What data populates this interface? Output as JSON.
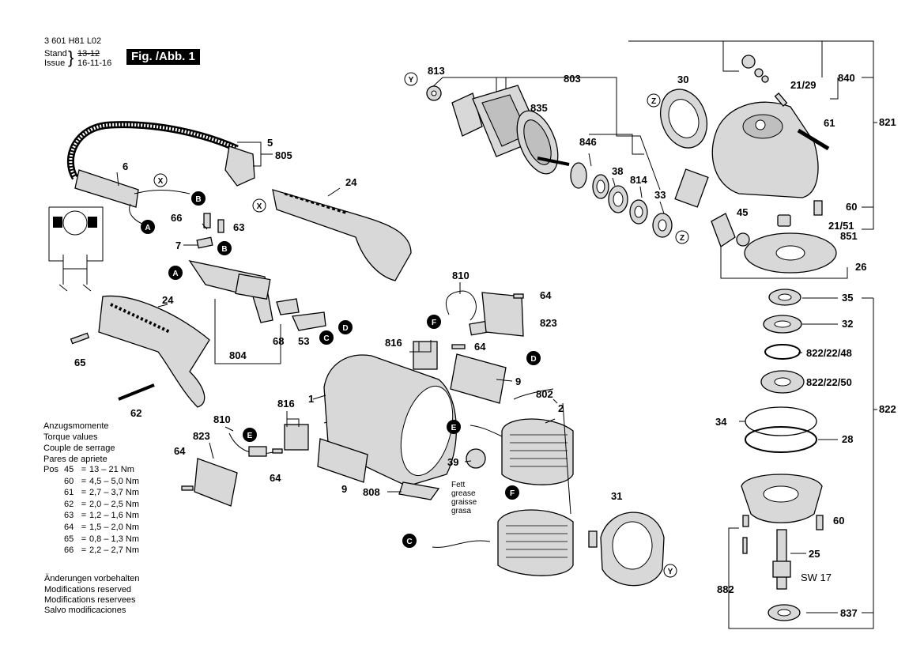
{
  "header": {
    "doc_number": "3 601 H81 L02",
    "stand_label": "Stand",
    "issue_label": "Issue",
    "stand_value": "13-12",
    "issue_value": "16-11-16",
    "fig_label": "Fig. /Abb. 1"
  },
  "torque": {
    "title_lines": [
      "Anzugsmomente",
      "Torque values",
      "Couple de serrage",
      "Pares de apriete"
    ],
    "pos_label": "Pos",
    "rows": [
      {
        "pos": "45",
        "sep": "=",
        "value": "13 – 21 Nm"
      },
      {
        "pos": "60",
        "sep": "=",
        "value": "4,5 – 5,0 Nm"
      },
      {
        "pos": "61",
        "sep": "=",
        "value": "2,7 – 3,7 Nm"
      },
      {
        "pos": "62",
        "sep": "=",
        "value": "2,0 – 2,5 Nm"
      },
      {
        "pos": "63",
        "sep": "=",
        "value": "1,2 – 1,6 Nm"
      },
      {
        "pos": "64",
        "sep": "=",
        "value": "1,5 – 2,0 Nm"
      },
      {
        "pos": "65",
        "sep": "=",
        "value": "0,8 – 1,3 Nm"
      },
      {
        "pos": "66",
        "sep": "=",
        "value": "2,2 – 2,7 Nm"
      }
    ]
  },
  "footer": {
    "lines": [
      "Änderungen vorbehalten",
      "Modifications reserved",
      "Modifications reservees",
      "Salvo modificaciones"
    ]
  },
  "grease": {
    "lines": [
      "Fett",
      "grease",
      "graisse",
      "grasa"
    ]
  },
  "parts": {
    "p813": "813",
    "p835": "835",
    "p803": "803",
    "p30": "30",
    "p840": "840",
    "p2129": "21/29",
    "p821": "821",
    "p61": "61",
    "p846": "846",
    "p38": "38",
    "p814": "814",
    "p33": "33",
    "p45": "45",
    "p60a": "60",
    "p2151": "21/51",
    "p851": "851",
    "p26": "26",
    "p5": "5",
    "p805": "805",
    "p6": "6",
    "p24a": "24",
    "p66": "66",
    "p7": "7",
    "p63": "63",
    "p810a": "810",
    "p64a": "64",
    "p823a": "823",
    "p816a": "816",
    "p64b": "64",
    "p9a": "9",
    "p24b": "24",
    "p65": "65",
    "p62": "62",
    "p804": "804",
    "p68": "68",
    "p53": "53",
    "p1": "1",
    "p816b": "816",
    "p810b": "810",
    "p823b": "823",
    "p64c": "64",
    "p64d": "64",
    "p9b": "9",
    "p808": "808",
    "p802": "802",
    "p2": "2",
    "p39": "39",
    "p31": "31",
    "p35": "35",
    "p32": "32",
    "p8224": "822/22/48",
    "p8225": "822/22/50",
    "p822": "822",
    "p34": "34",
    "p28": "28",
    "p60b": "60",
    "p25": "25",
    "sw17": "SW 17",
    "p882": "882",
    "p837": "837"
  },
  "callouts": {
    "A": "A",
    "B": "B",
    "C": "C",
    "D": "D",
    "E": "E",
    "F": "F",
    "X": "X",
    "Y": "Y",
    "Z": "Z"
  },
  "colors": {
    "ink": "#000000",
    "paper": "#ffffff",
    "part_fill": "#d8d8d8"
  }
}
